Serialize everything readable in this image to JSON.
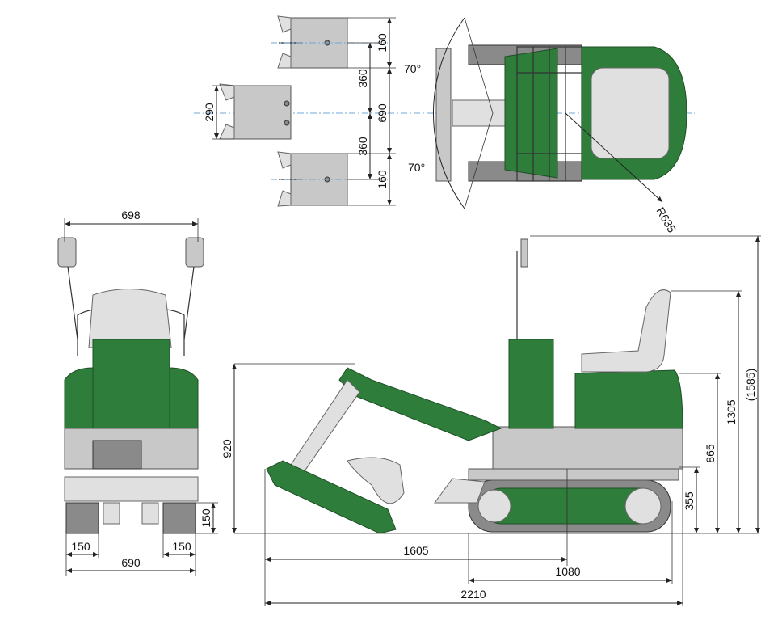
{
  "top_view": {
    "dims": {
      "bucket_top": "160",
      "offset_left_upper": "360",
      "width_center": "690",
      "offset_left_lower": "360",
      "bucket_bottom": "160",
      "bucket_width": "290",
      "swing_upper": "70°",
      "swing_lower": "70°",
      "tail_radius": "R635"
    }
  },
  "front_view": {
    "dims": {
      "overall_width": "698",
      "blade_height": "150",
      "track_width_left": "150",
      "track_width_right": "150",
      "track_gauge": "690"
    }
  },
  "side_view": {
    "dims": {
      "max_dump_height": "920",
      "dig_depth_reach": "1605",
      "track_length": "1080",
      "overall_length": "2210",
      "ground_to_body": "355",
      "ground_to_engine_top": "865",
      "ground_to_seat": "1305",
      "overall_height": "(1585)"
    }
  },
  "colors": {
    "machine_body": "#2e7d3a",
    "frame": "#c8c8c8",
    "centerline": "#6fa8d8"
  }
}
